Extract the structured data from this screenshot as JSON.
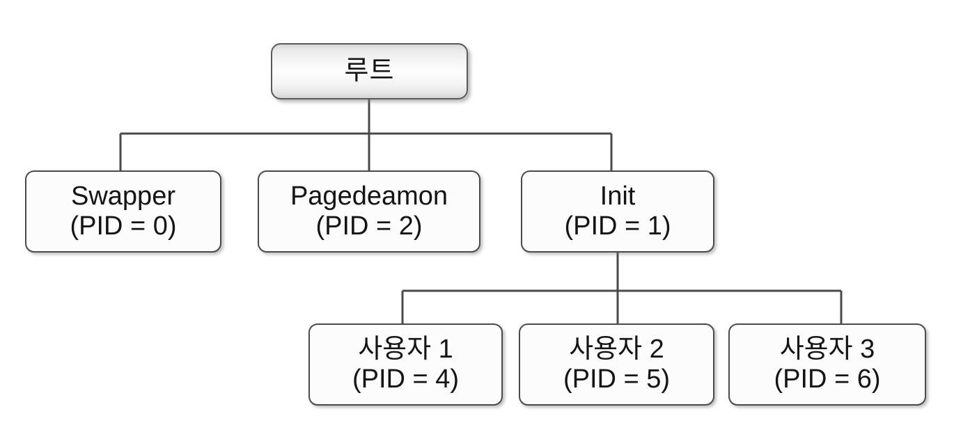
{
  "diagram": {
    "type": "process-tree",
    "title_text": "",
    "background_color": "#ffffff",
    "border_color": "#4a4a4a",
    "text_color": "#141414",
    "connector_color": "#4a4a4a",
    "root": {
      "id": "root",
      "line1": "루트",
      "line2": ""
    },
    "level2": [
      {
        "id": "swapper",
        "line1": "Swapper",
        "line2": "(PID = 0)"
      },
      {
        "id": "pagedeamon",
        "line1": "Pagedeamon",
        "line2": "(PID = 2)"
      },
      {
        "id": "init",
        "line1": "Init",
        "line2": "(PID = 1)"
      }
    ],
    "level3": [
      {
        "id": "user1",
        "line1": "사용자 1",
        "line2": "(PID = 4)"
      },
      {
        "id": "user2",
        "line1": "사용자 2",
        "line2": "(PID = 5)"
      },
      {
        "id": "user3",
        "line1": "사용자 3",
        "line2": "(PID = 6)"
      }
    ]
  }
}
